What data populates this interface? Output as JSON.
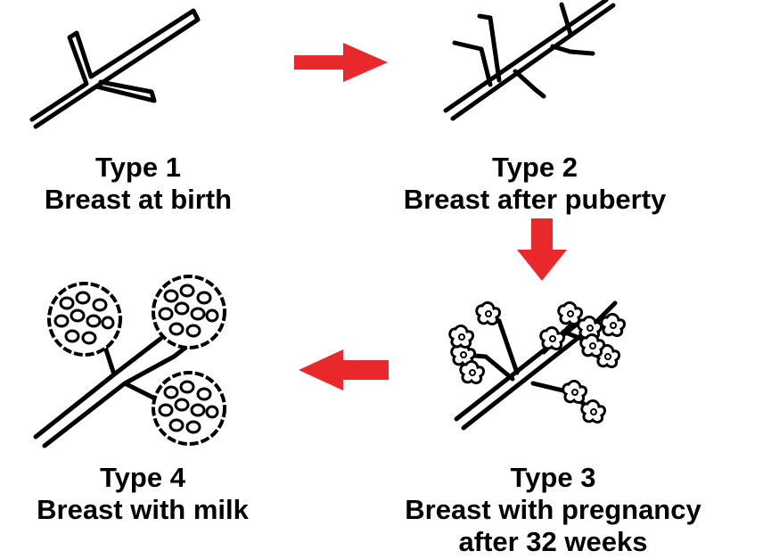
{
  "colors": {
    "arrow": "#e8282a",
    "ink": "#000000",
    "background": "#ffffff"
  },
  "stages": [
    {
      "type_label": "Type 1",
      "description": [
        "Breast at birth"
      ]
    },
    {
      "type_label": "Type 2",
      "description": [
        "Breast after puberty"
      ]
    },
    {
      "type_label": "Type 3",
      "description": [
        "Breast with pregnancy",
        "after 32 weeks"
      ]
    },
    {
      "type_label": "Type 4",
      "description": [
        "Breast with milk"
      ]
    }
  ],
  "arrows": [
    {
      "direction": "right",
      "from": "Type 1",
      "to": "Type 2"
    },
    {
      "direction": "down",
      "from": "Type 2",
      "to": "Type 3"
    },
    {
      "direction": "left",
      "from": "Type 3",
      "to": "Type 4"
    }
  ]
}
